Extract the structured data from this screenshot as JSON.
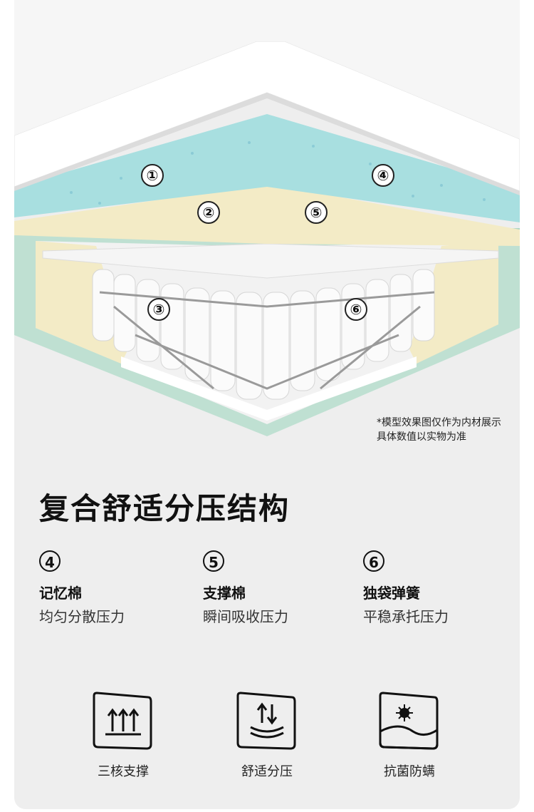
{
  "callouts": [
    "①",
    "②",
    "③",
    "④",
    "⑤",
    "⑥"
  ],
  "note": {
    "line1": "*模型效果图仅作为内材展示",
    "line2": "具体数值以实物为准"
  },
  "headline": "复合舒适分压结构",
  "features": [
    {
      "number": "4",
      "name": "记忆棉",
      "desc": "均匀分散压力"
    },
    {
      "number": "5",
      "name": "支撑棉",
      "desc": "瞬间吸收压力"
    },
    {
      "number": "6",
      "name": "独袋弹簧",
      "desc": "平稳承托压力"
    }
  ],
  "icons": [
    {
      "icon": "triple-support-arrows-icon",
      "label": "三核支撑"
    },
    {
      "icon": "pressure-distribution-icon",
      "label": "舒适分压"
    },
    {
      "icon": "antibacterial-mite-icon",
      "label": "抗菌防螨"
    }
  ],
  "colors": {
    "background": "#eeeeee",
    "memory_foam": "#a8dfe0",
    "support_foam": "#f3ebc6",
    "mattress_base": "#bfe0d2",
    "cover": "#f7f7f7"
  }
}
